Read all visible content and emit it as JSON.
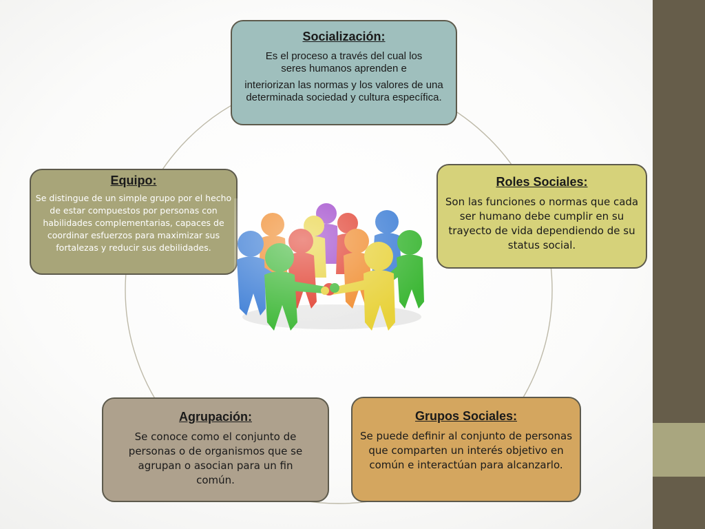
{
  "socializacion": {
    "title": "Socialización:",
    "text_1": "Es el proceso a través del cual los seres humanos aprenden e",
    "text_2": "interiorizan las normas y los valores de una determinada sociedad y cultura específica."
  },
  "roles_sociales": {
    "title": "Roles Sociales:",
    "text": "Son las funciones o normas que cada ser humano debe cumplir en su trayecto de vida dependiendo de su status social."
  },
  "equipo": {
    "title": "Equipo:",
    "text": "Se distingue de un simple grupo por el hecho de estar compuestos por personas con habilidades complementarias, capaces de coordinar esfuerzos para maximizar sus fortalezas y reducir sus debilidades."
  },
  "agrupacion": {
    "title": "Agrupación:",
    "text": "Se conoce como el conjunto de personas o de organismos que se agrupan o asocian para un fin común."
  },
  "grupos_sociales": {
    "title": "Grupos Sociales:",
    "text": "Se puede definir al conjunto de personas que comparten un interés objetivo en común e interactúan para alcanzarlo."
  },
  "colors": {
    "socializacion": "#9fbfbd",
    "roles_sociales": "#d6d27a",
    "equipo": "#a8a579",
    "agrupacion": "#aea18d",
    "grupos_sociales": "#d4a65f",
    "side_band": "#665d4a",
    "side_accent": "#a9a67f",
    "people": [
      "#3f7fd6",
      "#f08a2a",
      "#9b3fc9",
      "#e8d23a",
      "#e03a2a",
      "#3fb838"
    ]
  },
  "illustration": "team-of-people-icon"
}
